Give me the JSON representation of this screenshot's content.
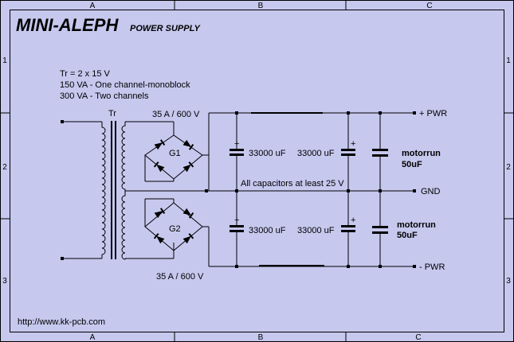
{
  "title": "MINI-ALEPH",
  "subtitle": "POWER SUPPLY",
  "notes": [
    "Tr = 2 x 15 V",
    "150 VA - One channel-monoblock",
    "300 VA - Two channels"
  ],
  "transformer_label": "Tr",
  "bridge_top_label": "G1",
  "bridge_bottom_label": "G2",
  "bridge_top_rating": "35 A / 600 V",
  "bridge_bottom_rating": "35 A / 600 V",
  "cap_label": "33000 uF",
  "cap_top_left": "33000 uF",
  "cap_top_mid": "33000 uF",
  "cap_bot_left": "33000 uF",
  "cap_bot_mid": "33000 uF",
  "motor_top_a": "motorrun",
  "motor_top_b": "50uF",
  "motor_bot_a": "motorrun",
  "motor_bot_b": "50uF",
  "plus_sign": "+",
  "cap_note": "All capacitors at least 25 V",
  "out_pos": "+ PWR",
  "out_gnd": "GND",
  "out_neg": "- PWR",
  "url": "http://www.kk-pcb.com",
  "col_labels": [
    "A",
    "B",
    "C"
  ],
  "row_labels": [
    "1",
    "2",
    "3"
  ],
  "colors": {
    "background": "#c6c8ee",
    "line": "#000000"
  }
}
